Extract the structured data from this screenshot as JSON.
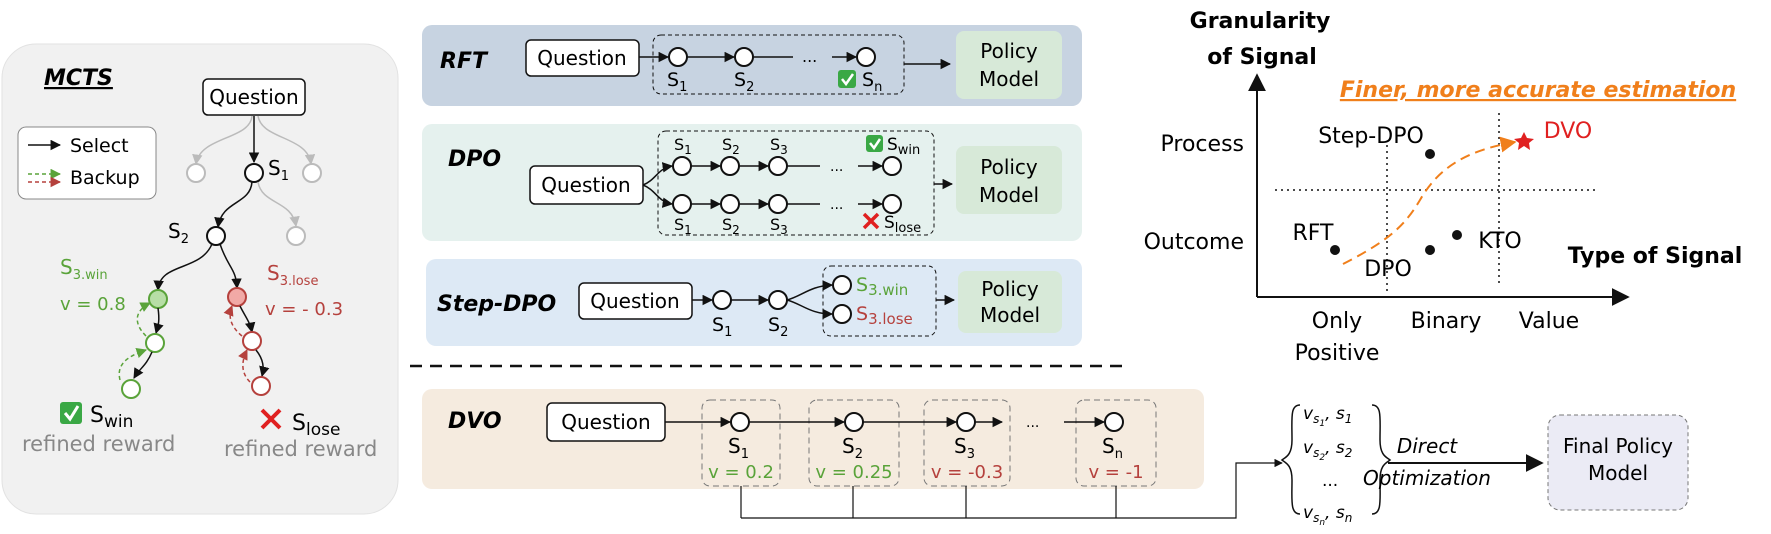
{
  "mcts": {
    "title": "MCTS",
    "legend": {
      "select": "Select",
      "backup": "Backup"
    },
    "question": "Question",
    "s1": {
      "base": "S",
      "sub": "1"
    },
    "s2": {
      "base": "S",
      "sub": "2"
    },
    "s3win": {
      "base": "S",
      "sub": "3.win",
      "value": "v = 0.8"
    },
    "s3lose": {
      "base": "S",
      "sub": "3.lose",
      "value": "v = - 0.3"
    },
    "swin": {
      "base": "S",
      "sub": "win",
      "caption": "refined reward"
    },
    "slose": {
      "base": "S",
      "sub": "lose",
      "caption": "refined reward"
    }
  },
  "rft": {
    "label": "RFT",
    "question": "Question",
    "steps": [
      {
        "base": "S",
        "sub": "1"
      },
      {
        "base": "S",
        "sub": "2"
      }
    ],
    "dots": "...",
    "last": {
      "base": "S",
      "sub": "n"
    },
    "policy": [
      "Policy",
      "Model"
    ]
  },
  "dpo": {
    "label": "DPO",
    "question": "Question",
    "steps": [
      {
        "base": "S",
        "sub": "1"
      },
      {
        "base": "S",
        "sub": "2"
      },
      {
        "base": "S",
        "sub": "3"
      }
    ],
    "dots": "...",
    "win": {
      "base": "S",
      "sub": "win"
    },
    "lose": {
      "base": "S",
      "sub": "lose"
    },
    "policy": [
      "Policy",
      "Model"
    ]
  },
  "stepdpo": {
    "label": "Step-DPO",
    "question": "Question",
    "steps": [
      {
        "base": "S",
        "sub": "1"
      },
      {
        "base": "S",
        "sub": "2"
      }
    ],
    "win": {
      "base": "S",
      "sub": "3.win"
    },
    "lose": {
      "base": "S",
      "sub": "3.lose"
    },
    "policy": [
      "Policy",
      "Model"
    ]
  },
  "dvo": {
    "label": "DVO",
    "question": "Question",
    "steps": [
      {
        "base": "S",
        "sub": "1",
        "value": "v = 0.2"
      },
      {
        "base": "S",
        "sub": "2",
        "value": "v = 0.25"
      },
      {
        "base": "S",
        "sub": "3",
        "value": "v = -0.3"
      },
      {
        "base": "S",
        "sub": "n",
        "value": "v = -1"
      }
    ],
    "dots": "...",
    "pairs": [
      {
        "v": "v",
        "vsub": "s",
        "vsubsub": "1",
        "s": "s",
        "ssub": "1"
      },
      {
        "v": "v",
        "vsub": "s",
        "vsubsub": "2",
        "s": "s",
        "ssub": "2"
      },
      {
        "v": "v",
        "vsub": "s",
        "vsubsub": "n",
        "s": "s",
        "ssub": "n"
      }
    ],
    "pairs_dots": "...",
    "direct": [
      "Direct",
      "Optimization"
    ],
    "final": [
      "Final Policy",
      "Model"
    ]
  },
  "quadrant": {
    "y_title": [
      "Granularity",
      "of Signal"
    ],
    "x_title": "Type of Signal",
    "y_ticks": [
      "Process",
      "Outcome"
    ],
    "x_ticks": [
      [
        "Only",
        "Positive"
      ],
      [
        "Binary"
      ],
      [
        "Value"
      ]
    ],
    "annotation": "Finer, more accurate estimation",
    "points": [
      {
        "label": "Step-DPO"
      },
      {
        "label": "RFT"
      },
      {
        "label": "DPO"
      },
      {
        "label": "KTO"
      },
      {
        "label": "DVO"
      }
    ],
    "colors": {
      "accent": "#f07f1b",
      "dvo": "#e02020"
    }
  },
  "colors": {
    "win_green": "#5aa33a",
    "lose_red": "#b5413d",
    "rft_bg": "#c7d3e1",
    "dpo_bg": "#e5f1ee",
    "stepdpo_bg": "#dde9f5",
    "dvo_bg": "#f5ebdf",
    "policy_bg": "#d7e9d8"
  }
}
